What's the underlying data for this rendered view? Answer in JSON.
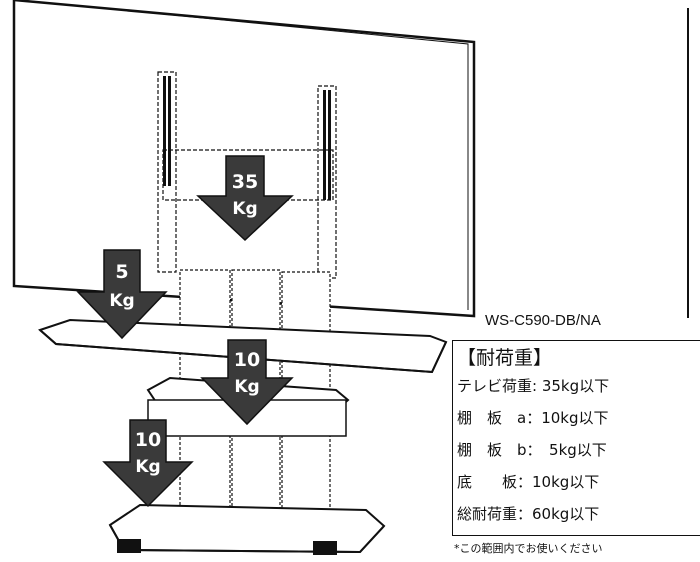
{
  "diagram": {
    "model": "WS-C590-DB/NA",
    "loads": [
      {
        "id": "tv",
        "value": "35",
        "unit": "Kg"
      },
      {
        "id": "shelf-a",
        "value": "5",
        "unit": "Kg"
      },
      {
        "id": "shelf-b",
        "value": "10",
        "unit": "Kg"
      },
      {
        "id": "base",
        "value": "10",
        "unit": "Kg"
      }
    ]
  },
  "spec": {
    "title": "【耐荷重】",
    "rows": [
      "テレビ荷重: 35kg以下",
      "棚　板　a：10kg以下",
      "棚　板　b：　5kg以下",
      "底　　板：10kg以下",
      "総耐荷重：60kg以下"
    ]
  },
  "note": "*この範囲内でお使いください"
}
